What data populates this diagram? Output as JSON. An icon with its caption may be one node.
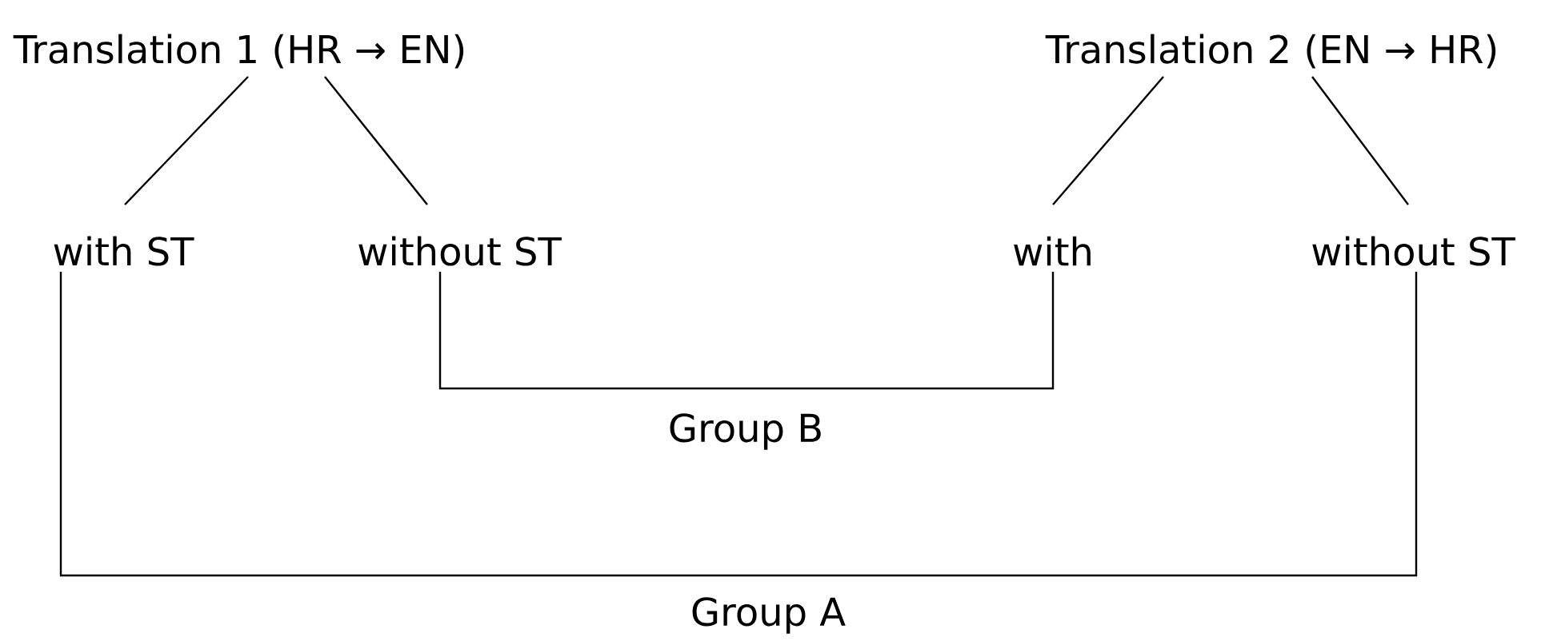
{
  "diagram": {
    "nodes": [
      {
        "text": [
          "Translation 1 (HR → EN)"
        ]
      },
      {
        "text": [
          "Translation 2 (EN → HR)"
        ]
      },
      {
        "text": [
          "with ST"
        ]
      },
      {
        "text": [
          "without ST"
        ]
      },
      {
        "text": [
          "with"
        ]
      },
      {
        "text": [
          "without ST"
        ]
      }
    ],
    "edges": [
      {
        "from": 0,
        "to": 2,
        "arrow": "none"
      },
      {
        "from": 0,
        "to": 3,
        "arrow": "none"
      },
      {
        "from": 1,
        "to": 4,
        "arrow": "none"
      },
      {
        "from": 1,
        "to": 5,
        "arrow": "none"
      },
      {
        "from": 3,
        "to": 4,
        "arrow": "none",
        "label": "Group B"
      },
      {
        "from": 2,
        "to": 5,
        "arrow": "none",
        "label": "Group A"
      }
    ]
  }
}
